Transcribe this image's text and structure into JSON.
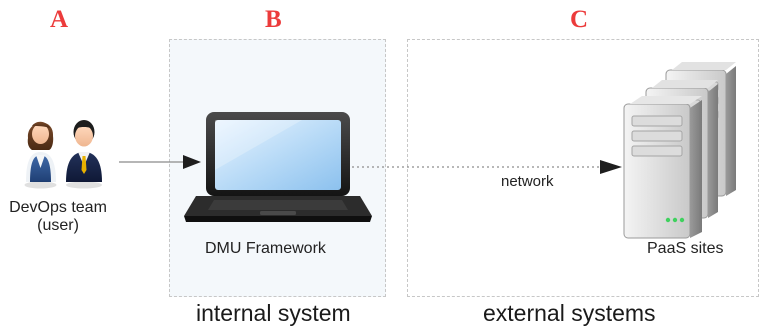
{
  "panels": {
    "a_letter": "A",
    "b_letter": "B",
    "c_letter": "C"
  },
  "user": {
    "caption_line1": "DevOps team",
    "caption_line2": "(user)",
    "icon": "users-icon"
  },
  "framework": {
    "caption": "DMU Framework",
    "icon": "laptop-icon"
  },
  "connection": {
    "label": "network"
  },
  "paas": {
    "caption": "PaaS sites",
    "icon": "server-stack-icon"
  },
  "regions": {
    "internal_label": "internal system",
    "external_label": "external systems"
  },
  "colors": {
    "panel_letter": "#ec3b3b",
    "box_border": "#c7c7c7",
    "box_fill_internal": "#f4f8fb",
    "box_fill_external": "#ffffff"
  }
}
